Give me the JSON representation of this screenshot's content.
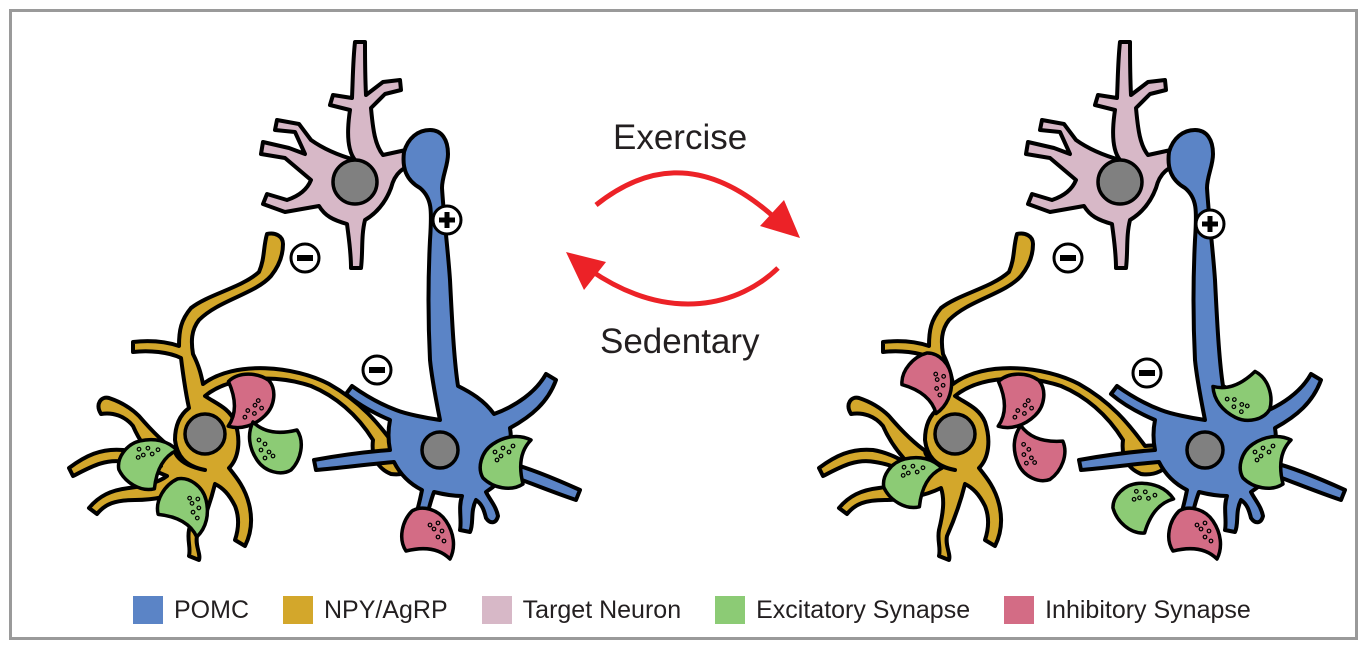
{
  "arrows": {
    "top_label": "Exercise",
    "bottom_label": "Sedentary",
    "color": "#ec2227"
  },
  "signs": {
    "plus": "+",
    "minus": "−"
  },
  "colors": {
    "pomc": "#5b84c6",
    "npy_agrp": "#d3a72b",
    "target": "#d7b8c7",
    "excitatory": "#8ccb75",
    "inhibitory": "#d36c85",
    "nucleus": "#808080",
    "outline": "#000000"
  },
  "legend": {
    "items": [
      {
        "label": "POMC",
        "color": "#5b84c6"
      },
      {
        "label": "NPY/AgRP",
        "color": "#d3a72b"
      },
      {
        "label": "Target Neuron",
        "color": "#d7b8c7"
      },
      {
        "label": "Excitatory Synapse",
        "color": "#8ccb75"
      },
      {
        "label": "Inhibitory Synapse",
        "color": "#d36c85"
      }
    ]
  }
}
